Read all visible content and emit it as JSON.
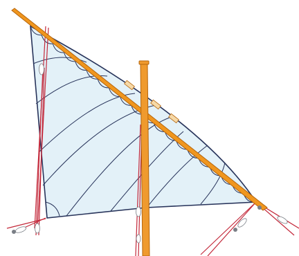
{
  "diagram": {
    "kind": "lateen-sail-rigging",
    "colors": {
      "background": "#ffffff",
      "sail_fill": "#e3f1f8",
      "sail_edge": "#27335a",
      "spar_fill": "#f0961e",
      "spar_edge": "#b5650c",
      "mast_fill": "#ef9a2e",
      "rope": "#c3283a",
      "block": "#7a7f86",
      "lacing": "#27335a"
    },
    "parts": [
      "yard",
      "mast",
      "sail",
      "seams",
      "lacing",
      "rigging-lines",
      "pulley-blocks"
    ]
  }
}
